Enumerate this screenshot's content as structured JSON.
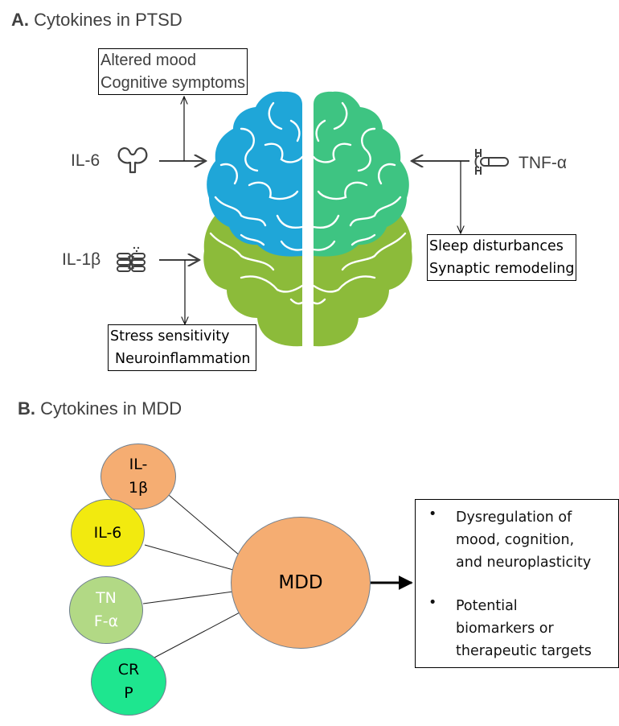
{
  "panel_a": {
    "letter": "A.",
    "title": "Cytokines in PTSD",
    "cytokines": [
      {
        "id": "il6",
        "label": "IL-6",
        "icon": "il6-receptor-icon",
        "effects": [
          "Altered mood",
          "Cognitive symptoms"
        ]
      },
      {
        "id": "il1b",
        "label": "IL-1β",
        "icon": "il1b-receptor-icon",
        "effects": [
          "Stress sensitivity",
          "Neuroinflammation"
        ]
      },
      {
        "id": "tnfa",
        "label": "TNF-α",
        "icon": "tnfa-receptor-icon",
        "effects": [
          "Sleep disturbances",
          "Synaptic remodeling"
        ]
      }
    ],
    "brain": {
      "icon": "brain-icon",
      "colors": {
        "left_upper": "#1fa6d8",
        "right_upper": "#3ec482",
        "lower": "#8cbb3a"
      }
    }
  },
  "panel_b": {
    "letter": "B.",
    "title": "Cytokines in MDD",
    "center": {
      "label": "MDD",
      "color": "#f5ad72"
    },
    "nodes": [
      {
        "id": "il1b",
        "lines": [
          "IL-",
          "1β"
        ],
        "color": "#f5ad72",
        "text_color": "#000000"
      },
      {
        "id": "il6",
        "lines": [
          "IL-6"
        ],
        "color": "#f2ea0f",
        "text_color": "#000000"
      },
      {
        "id": "tnfa",
        "lines": [
          "TN",
          "F-α"
        ],
        "color": "#b2d985",
        "text_color": "#ffffff"
      },
      {
        "id": "crp",
        "lines": [
          "CR",
          "P"
        ],
        "color": "#1ee68f",
        "text_color": "#000000"
      }
    ],
    "outcomes": [
      {
        "bullet": "•",
        "lines": [
          "Dysregulation of",
          "mood, cognition,",
          "and neuroplasticity"
        ]
      },
      {
        "bullet": "•",
        "lines": [
          "Potential",
          "biomarkers or",
          "therapeutic targets"
        ]
      }
    ]
  }
}
